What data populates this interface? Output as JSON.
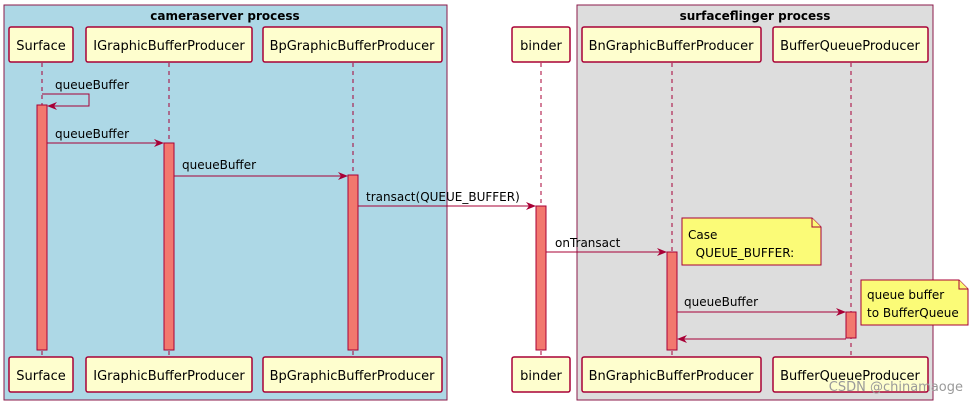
{
  "boxes": {
    "left_title": "cameraserver process",
    "right_title": "surfaceflinger process"
  },
  "participants": [
    "Surface",
    "IGraphicBufferProducer",
    "BpGraphicBufferProducer",
    "binder",
    "BnGraphicBufferProducer",
    "BufferQueueProducer"
  ],
  "messages": [
    {
      "from": "Surface",
      "to": "Surface",
      "label": "queueBuffer"
    },
    {
      "from": "Surface",
      "to": "IGraphicBufferProducer",
      "label": "queueBuffer"
    },
    {
      "from": "IGraphicBufferProducer",
      "to": "BpGraphicBufferProducer",
      "label": "queueBuffer"
    },
    {
      "from": "BpGraphicBufferProducer",
      "to": "binder",
      "label": "transact(QUEUE_BUFFER)"
    },
    {
      "from": "binder",
      "to": "BnGraphicBufferProducer",
      "label": "onTransact"
    },
    {
      "from": "BnGraphicBufferProducer",
      "to": "BufferQueueProducer",
      "label": "queueBuffer"
    },
    {
      "from": "BufferQueueProducer",
      "to": "BnGraphicBufferProducer",
      "label": ""
    }
  ],
  "notes": [
    {
      "lines": [
        "Case",
        "  QUEUE_BUFFER:"
      ]
    },
    {
      "lines": [
        "queue buffer",
        "to BufferQueue"
      ]
    }
  ],
  "colors": {
    "left_box_fill": "#ADD8E6",
    "right_box_fill": "#DDDDDD",
    "box_border": "#8B1A4A",
    "participant_fill": "#FEFECE",
    "participant_border": "#A80036",
    "activation_fill": "#F2786E",
    "note_fill": "#FBFB77",
    "arrow": "#A80036"
  },
  "watermark": "CSDN @chinamaoge"
}
